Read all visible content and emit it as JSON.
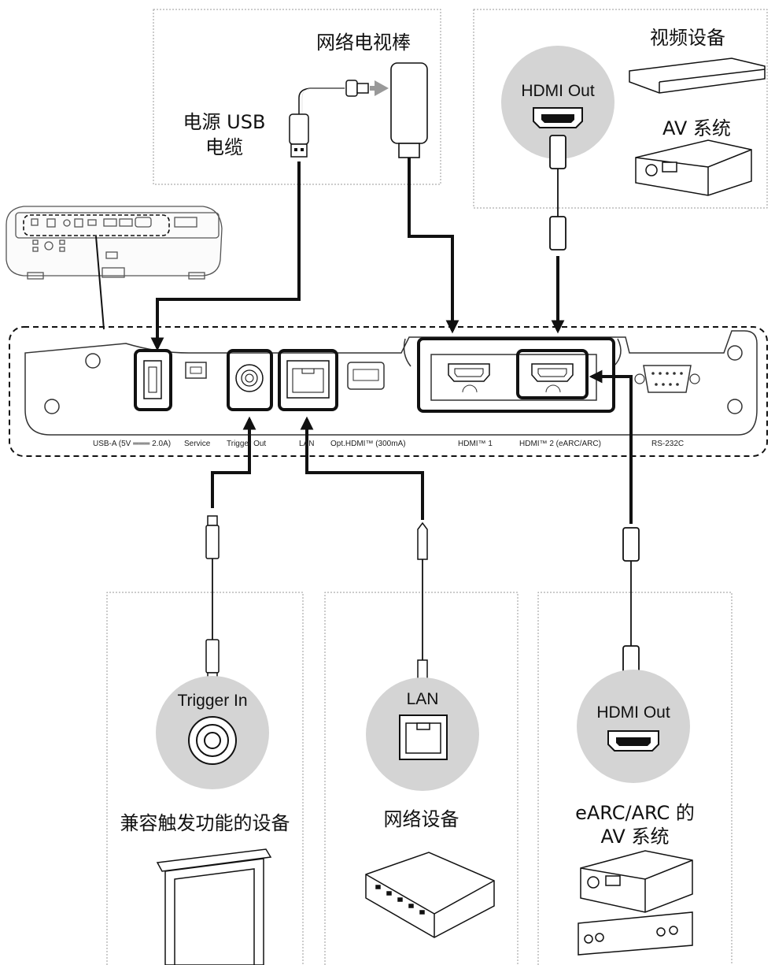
{
  "top_panels": {
    "streaming_stick": "网络电视棒",
    "usb_cable_line1": "电源 USB",
    "usb_cable_line2": "电缆",
    "video_device": "视频设备",
    "av_system": "AV 系统",
    "hdmi_out_top": "HDMI Out"
  },
  "ports": {
    "usb_a": "USB-A (5V ═══ 2.0A)",
    "service": "Service",
    "trigger_out": "Trigger Out",
    "lan": "LAN",
    "opt_hdmi": "Opt.HDMI™ (300mA)",
    "hdmi1": "HDMI™ 1",
    "hdmi2": "HDMI™ 2 (eARC/ARC)",
    "rs232c": "RS-232C"
  },
  "bottom_panels": {
    "trigger_in": "Trigger In",
    "trigger_device": "兼容触发功能的设备",
    "lan": "LAN",
    "network_device": "网络设备",
    "hdmi_out_bottom": "HDMI Out",
    "earc_line1": "eARC/ARC 的",
    "earc_line2": "AV 系统"
  },
  "colors": {
    "line": "#111111",
    "circle": "#d4d4d4",
    "dotted": "#9a9a9a",
    "panel_outline": "#333333"
  }
}
